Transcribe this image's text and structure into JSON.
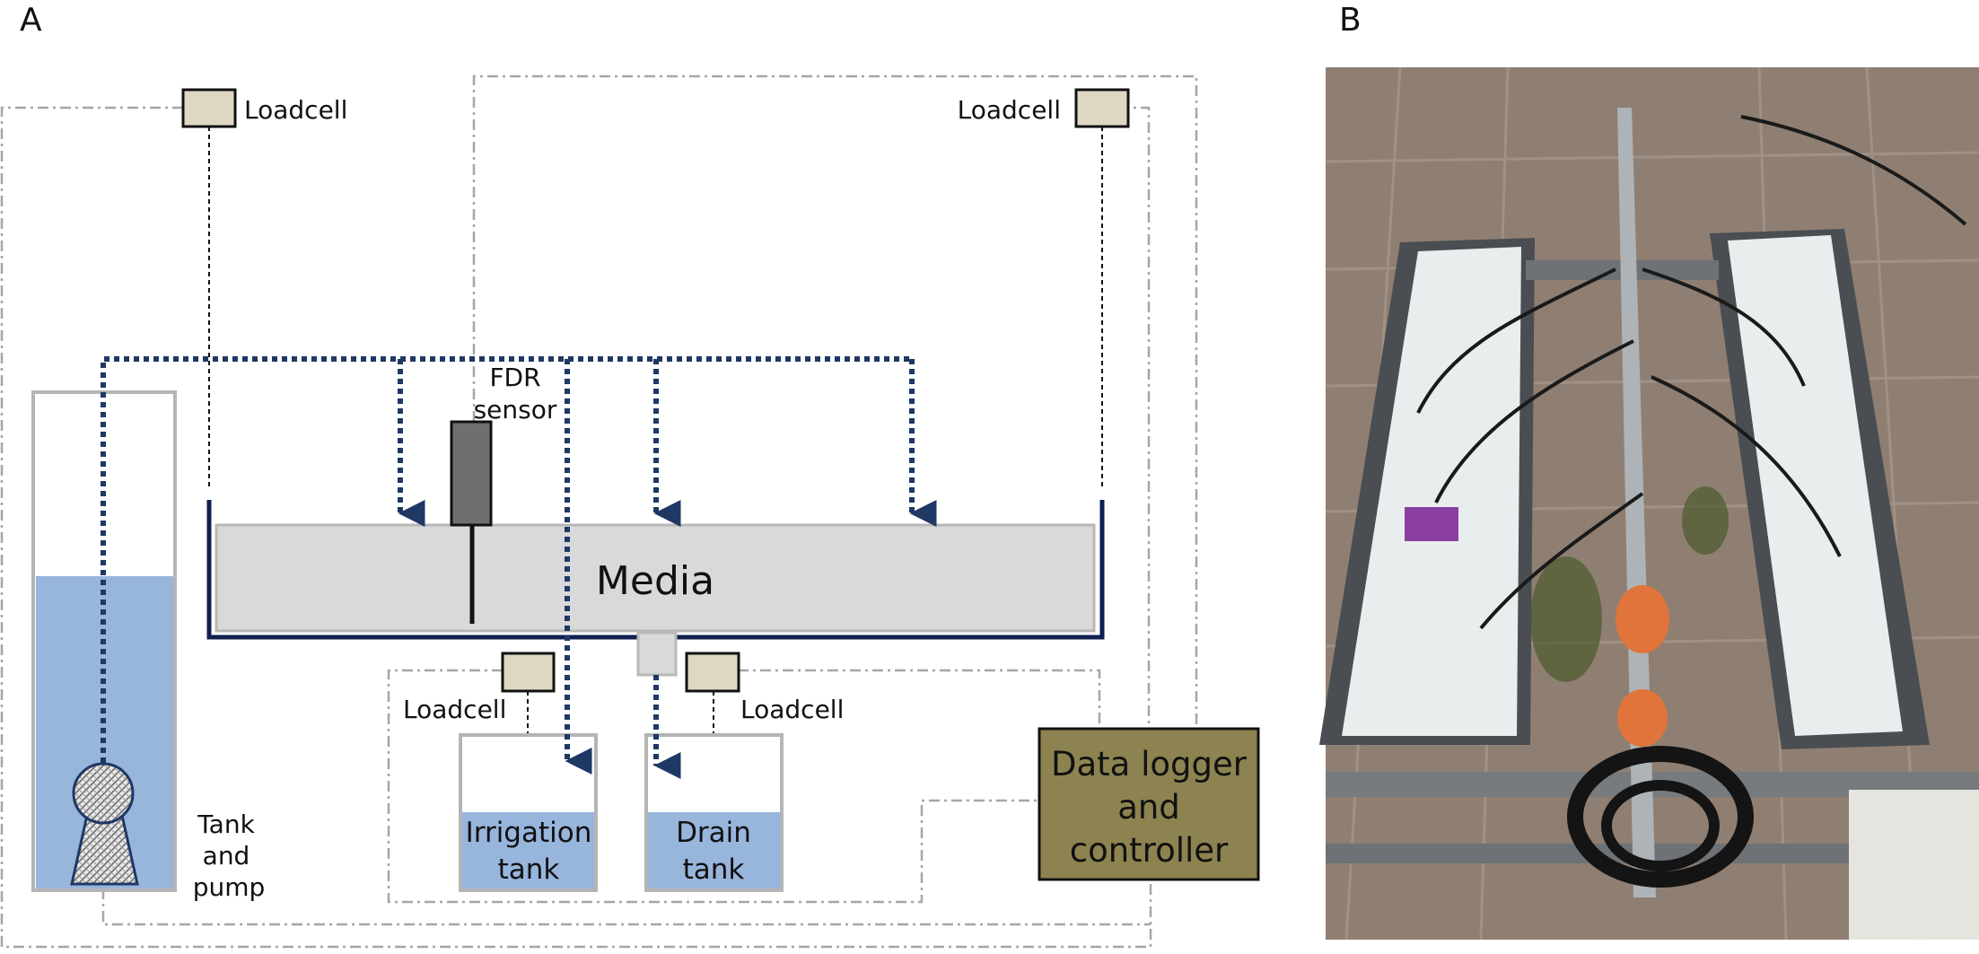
{
  "panels": {
    "a": "A",
    "b": "B"
  },
  "labels": {
    "loadcell_top_left": "Loadcell",
    "loadcell_top_right": "Loadcell",
    "fdr_line1": "FDR",
    "fdr_line2": "sensor",
    "media": "Media",
    "loadcell_bottom_left": "Loadcell",
    "loadcell_bottom_right": "Loadcell",
    "irrigation_line1": "Irrigation",
    "irrigation_line2": "tank",
    "drain_line1": "Drain",
    "drain_line2": "tank",
    "tank_line1": "Tank",
    "tank_line2": "and",
    "tank_line3": "pump",
    "logger_line1": "Data logger",
    "logger_line2": "and",
    "logger_line3": "controller"
  },
  "colors": {
    "loadcell_fill": "#ded8c2",
    "media_fill": "#d9d9d9",
    "water": "#98b5dc",
    "flow": "#1f3864",
    "trough": "#0f1f4f",
    "logger_fill": "#8c8350",
    "tank_border": "#b5b5b5",
    "signal_line": "#a6a6a6"
  }
}
